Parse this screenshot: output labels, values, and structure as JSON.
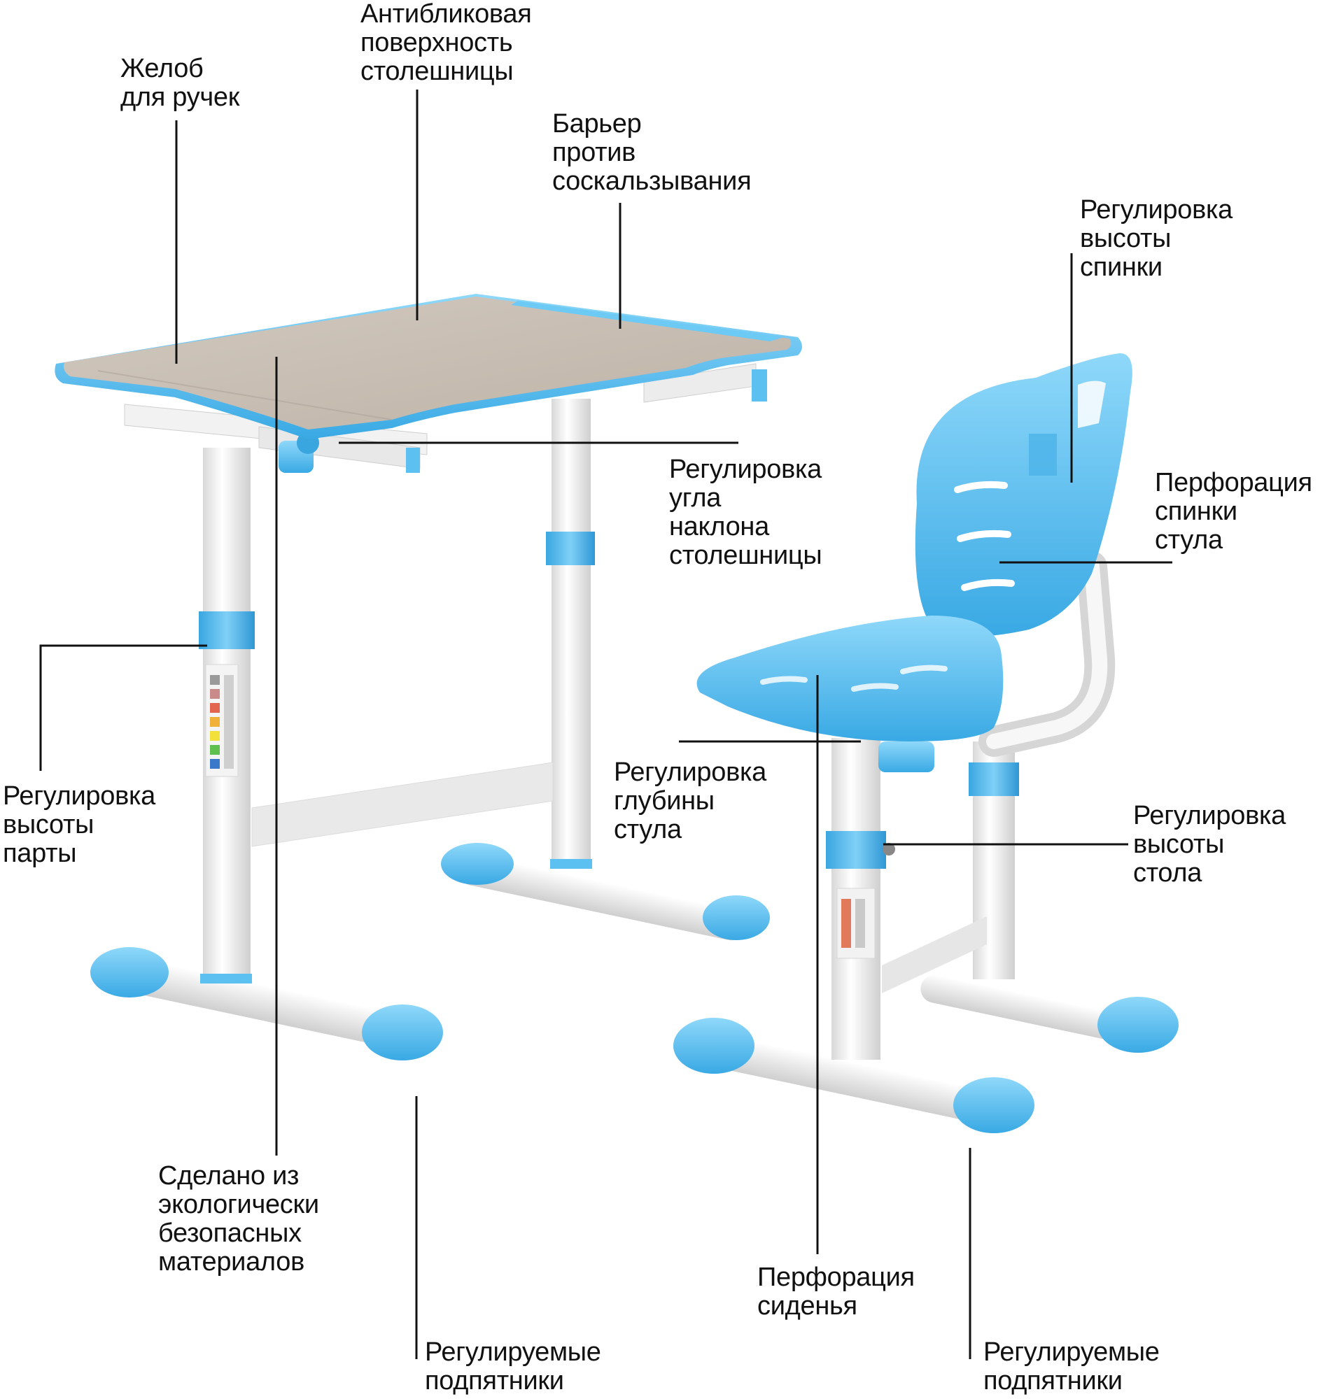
{
  "colors": {
    "accent_blue": "#5cc0f0",
    "accent_blue_dark": "#2f97d4",
    "desktop_wood": "#c9bfb4",
    "frame_white": "#eeeeee",
    "callout_line": "#111111"
  },
  "callouts": {
    "pen_groove": {
      "lines": [
        "Желоб",
        "для ручек"
      ]
    },
    "antiglare_surface": {
      "lines": [
        "Антибликовая",
        "поверхность",
        "столешницы"
      ]
    },
    "anti_slip_barrier": {
      "lines": [
        "Барьер",
        "против",
        "соскальзывания"
      ]
    },
    "backrest_height": {
      "lines": [
        "Регулировка",
        "высоты",
        "спинки"
      ]
    },
    "tabletop_angle": {
      "lines": [
        "Регулировка",
        "угла",
        "наклона",
        "столешницы"
      ]
    },
    "backrest_perforation": {
      "lines": [
        "Перфорация",
        "спинки",
        "стула"
      ]
    },
    "desk_height": {
      "lines": [
        "Регулировка",
        "высоты",
        "парты"
      ]
    },
    "seat_depth": {
      "lines": [
        "Регулировка",
        "глубины",
        "стула"
      ]
    },
    "chair_height": {
      "lines": [
        "Регулировка",
        "высоты",
        "стола"
      ]
    },
    "eco_materials": {
      "lines": [
        "Сделано из",
        "экологически",
        "безопасных",
        "материалов"
      ]
    },
    "seat_perforation": {
      "lines": [
        "Перфорация",
        "сиденья"
      ]
    },
    "desk_feet": {
      "lines": [
        "Регулируемые",
        "подпятники"
      ]
    },
    "chair_feet": {
      "lines": [
        "Регулируемые",
        "подпятники"
      ]
    }
  }
}
